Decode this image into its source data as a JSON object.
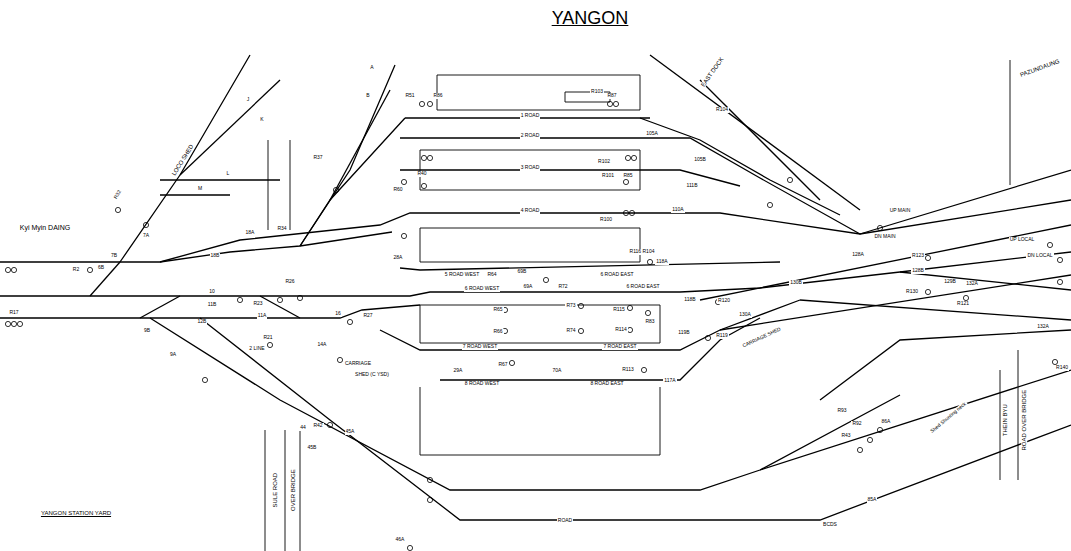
{
  "diagram": {
    "title": "YANGON",
    "labels": [
      "Kyi Myin DAING",
      "R17",
      "R2",
      "6B",
      "7B",
      "7A",
      "R32",
      "LOCO SHED",
      "J",
      "K",
      "L",
      "M",
      "A",
      "B",
      "R37",
      "R34",
      "18A",
      "18B",
      "R51",
      "R86",
      "1 ROAD",
      "R103",
      "R87",
      "2 ROAD",
      "105A",
      "105B",
      "EAST DOCK",
      "R104",
      "R102",
      "R101",
      "R85",
      "3 ROAD",
      "111B",
      "R60",
      "R40",
      "4 ROAD",
      "110A",
      "R100",
      "R116 R104",
      "118A",
      "28A",
      "5 ROAD WEST",
      "R64",
      "69B",
      "6 ROAD EAST",
      "6 ROAD WEST",
      "69A",
      "R72",
      "6 ROAD EAST",
      "R26",
      "10",
      "11B",
      "12B",
      "R23",
      "11A",
      "16",
      "R27",
      "R65",
      "R73",
      "R115",
      "R114",
      "R83",
      "R66",
      "R74",
      "R21",
      "2 LINE",
      "14A",
      "7 ROAD WEST",
      "7 ROAD EAST",
      "R67",
      "29A",
      "70A",
      "R113",
      "8 ROAD WEST",
      "8 ROAD EAST",
      "117A",
      "CARRIAGE",
      "SHED (C YSD)",
      "9B",
      "9A",
      "44",
      "R42",
      "45A",
      "45B",
      "SULE ROAD",
      "OVER BRIDGE",
      "YANGON STATION YARD",
      "ROAD",
      "46A",
      "118B",
      "R120",
      "130B",
      "130A",
      "119B",
      "R119",
      "CARRIAGE SHED",
      "UP MAIN",
      "DN MAIN",
      "128A",
      "R123",
      "128B",
      "129B",
      "R130",
      "132A",
      "R121",
      "UP LOCAL",
      "DN LOCAL",
      "PAZUNDAUNG",
      "R93",
      "R92",
      "R43",
      "86A",
      "Shed Shunting neck",
      "85A",
      "BCDS",
      "THEIN BYU",
      "ROAD OVER BRIDGE",
      "R140",
      "132A"
    ]
  }
}
